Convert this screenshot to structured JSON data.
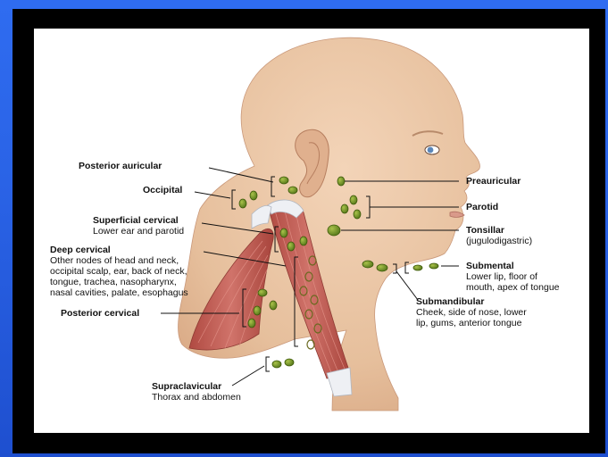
{
  "labels": {
    "posterior_auricular": {
      "title": "Posterior auricular"
    },
    "occipital": {
      "title": "Occipital"
    },
    "superficial_cervical": {
      "title": "Superficial cervical",
      "desc": "Lower ear and parotid"
    },
    "deep_cervical": {
      "title": "Deep cervical",
      "desc": [
        "Other nodes of head and neck,",
        "occipital scalp, ear, back of neck,",
        "tongue, trachea, nasopharynx,",
        "nasal cavities, palate, esophagus"
      ]
    },
    "posterior_cervical": {
      "title": "Posterior cervical"
    },
    "supraclavicular": {
      "title": "Supraclavicular",
      "desc": "Thorax and abdomen"
    },
    "preauricular": {
      "title": "Preauricular"
    },
    "parotid": {
      "title": "Parotid"
    },
    "tonsillar": {
      "title": "Tonsillar",
      "desc": "(jugulodigastric)"
    },
    "submental": {
      "title": "Submental",
      "desc": [
        "Lower lip, floor of",
        "mouth, apex of tongue"
      ]
    },
    "submandibular": {
      "title": "Submandibular",
      "desc": [
        "Cheek, side of nose, lower",
        "lip, gums, anterior tongue"
      ]
    }
  },
  "colors": {
    "background_blue": "#2a63e6",
    "frame": "#000000",
    "skin": "#e9c3a3",
    "muscle": "#c45a50",
    "node_green": "#6c8f1c",
    "node_outline": "#3e5a0a"
  }
}
